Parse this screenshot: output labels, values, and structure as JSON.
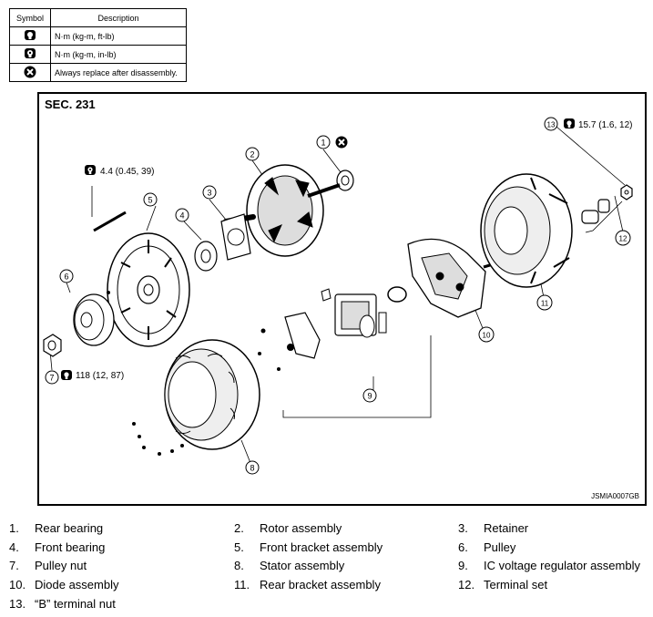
{
  "legend": {
    "header": {
      "symbol": "Symbol",
      "description": "Description"
    },
    "rows": [
      {
        "icon": "torque-wrench-ftlb-icon",
        "description": "N·m (kg-m, ft-lb)"
      },
      {
        "icon": "torque-wrench-inlb-icon",
        "description": "N·m (kg-m, in-lb)"
      },
      {
        "icon": "always-replace-icon",
        "description": "Always replace after disassembly."
      }
    ]
  },
  "diagram": {
    "section": "SEC. 231",
    "code": "JSMIA0007GB",
    "callouts": {
      "c1": "1",
      "c2": "2",
      "c3": "3",
      "c4": "4",
      "c5": "5",
      "c6": "6",
      "c7": "7",
      "c8": "8",
      "c9": "9",
      "c10": "10",
      "c11": "11",
      "c12": "12",
      "c13": "13"
    },
    "torques": {
      "t5": "4.4 (0.45, 39)",
      "t7": "118 (12, 87)",
      "t13": "15.7 (1.6, 12)"
    }
  },
  "parts": [
    {
      "num": "1.",
      "name": "Rear bearing"
    },
    {
      "num": "2.",
      "name": "Rotor assembly"
    },
    {
      "num": "3.",
      "name": "Retainer"
    },
    {
      "num": "4.",
      "name": "Front bearing"
    },
    {
      "num": "5.",
      "name": "Front bracket assembly"
    },
    {
      "num": "6.",
      "name": "Pulley"
    },
    {
      "num": "7.",
      "name": "Pulley nut"
    },
    {
      "num": "8.",
      "name": "Stator assembly"
    },
    {
      "num": "9.",
      "name": "IC voltage regulator assembly"
    },
    {
      "num": "10.",
      "name": "Diode assembly"
    },
    {
      "num": "11.",
      "name": "Rear bracket assembly"
    },
    {
      "num": "12.",
      "name": "Terminal set"
    },
    {
      "num": "13.",
      "name": "“B” terminal nut"
    }
  ]
}
